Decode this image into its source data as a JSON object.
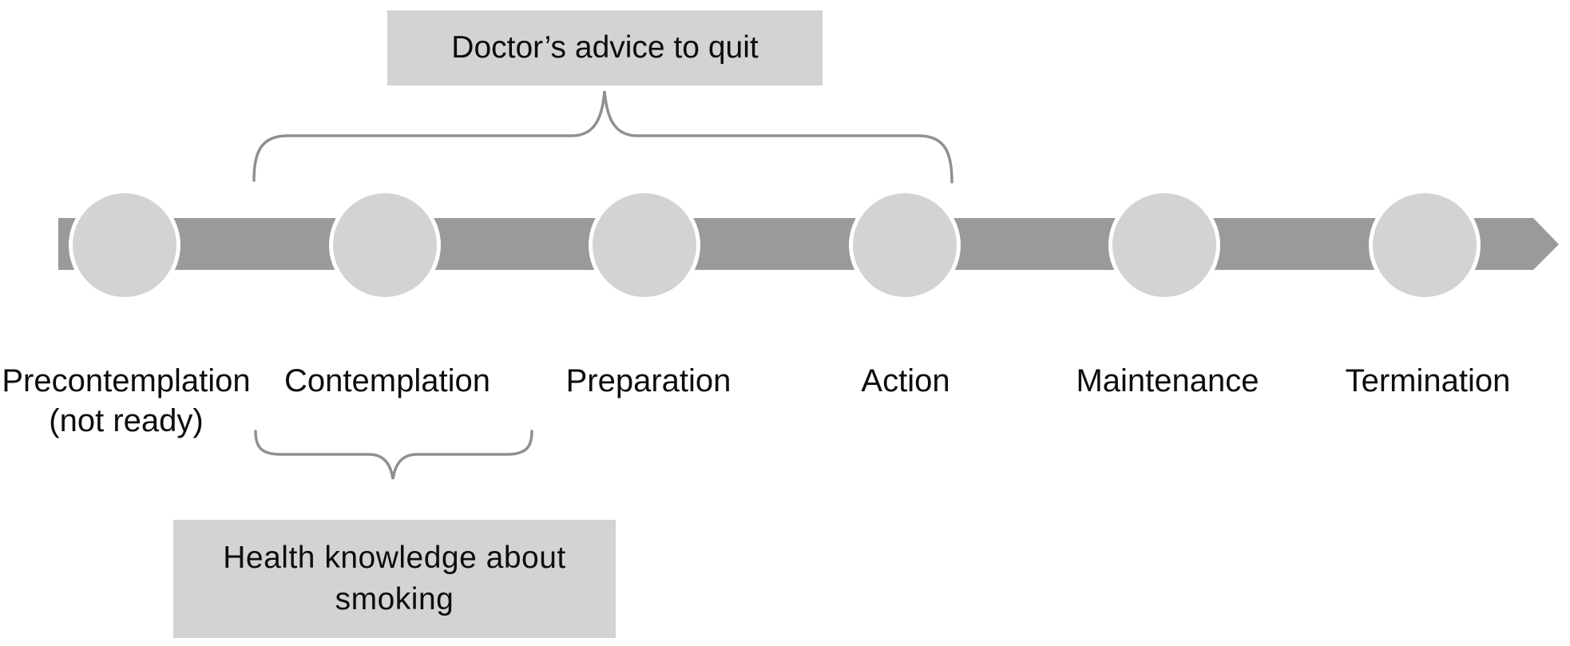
{
  "callouts": {
    "top": {
      "label": "Doctor’s advice to quit"
    },
    "bottom": {
      "line1": "Health knowledge about",
      "line2": "smoking"
    }
  },
  "stages": [
    {
      "label": "Precontemplation",
      "sublabel": "(not ready)"
    },
    {
      "label": "Contemplation"
    },
    {
      "label": "Preparation"
    },
    {
      "label": "Action"
    },
    {
      "label": "Maintenance"
    },
    {
      "label": "Termination"
    }
  ],
  "colors": {
    "arrow_bar": "#9a9a9a",
    "stage_circle": "#d3d3d3",
    "circle_ring": "#ffffff",
    "callout_box": "#d4d2d2",
    "brace": "#909090",
    "text": "#0d0d0d",
    "background": "#ffffff"
  }
}
